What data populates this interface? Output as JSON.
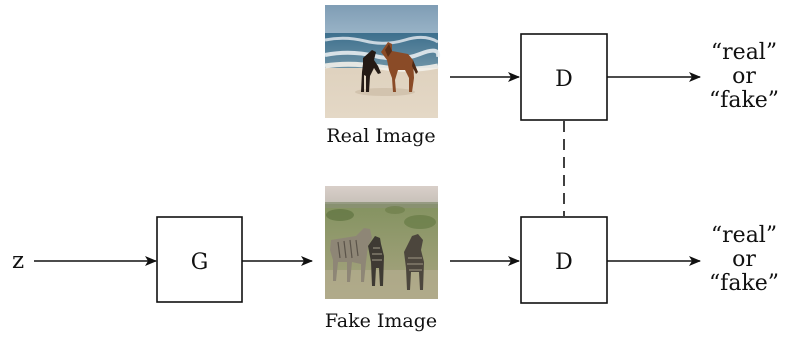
{
  "input": {
    "z_label": "z"
  },
  "generator": {
    "label": "G"
  },
  "discriminator_top": {
    "label": "D"
  },
  "discriminator_bottom": {
    "label": "D"
  },
  "real_image": {
    "caption": "Real Image",
    "scene": "two-horses-on-beach"
  },
  "fake_image": {
    "caption": "Fake Image",
    "scene": "zebra-like-horses-in-field"
  },
  "outputs": {
    "top": {
      "line1": "“real”",
      "line2": "or",
      "line3": "“fake”"
    },
    "bottom": {
      "line1": "“real”",
      "line2": "or",
      "line3": "“fake”"
    }
  },
  "colors": {
    "stroke": "#111111",
    "background": "#ffffff"
  }
}
